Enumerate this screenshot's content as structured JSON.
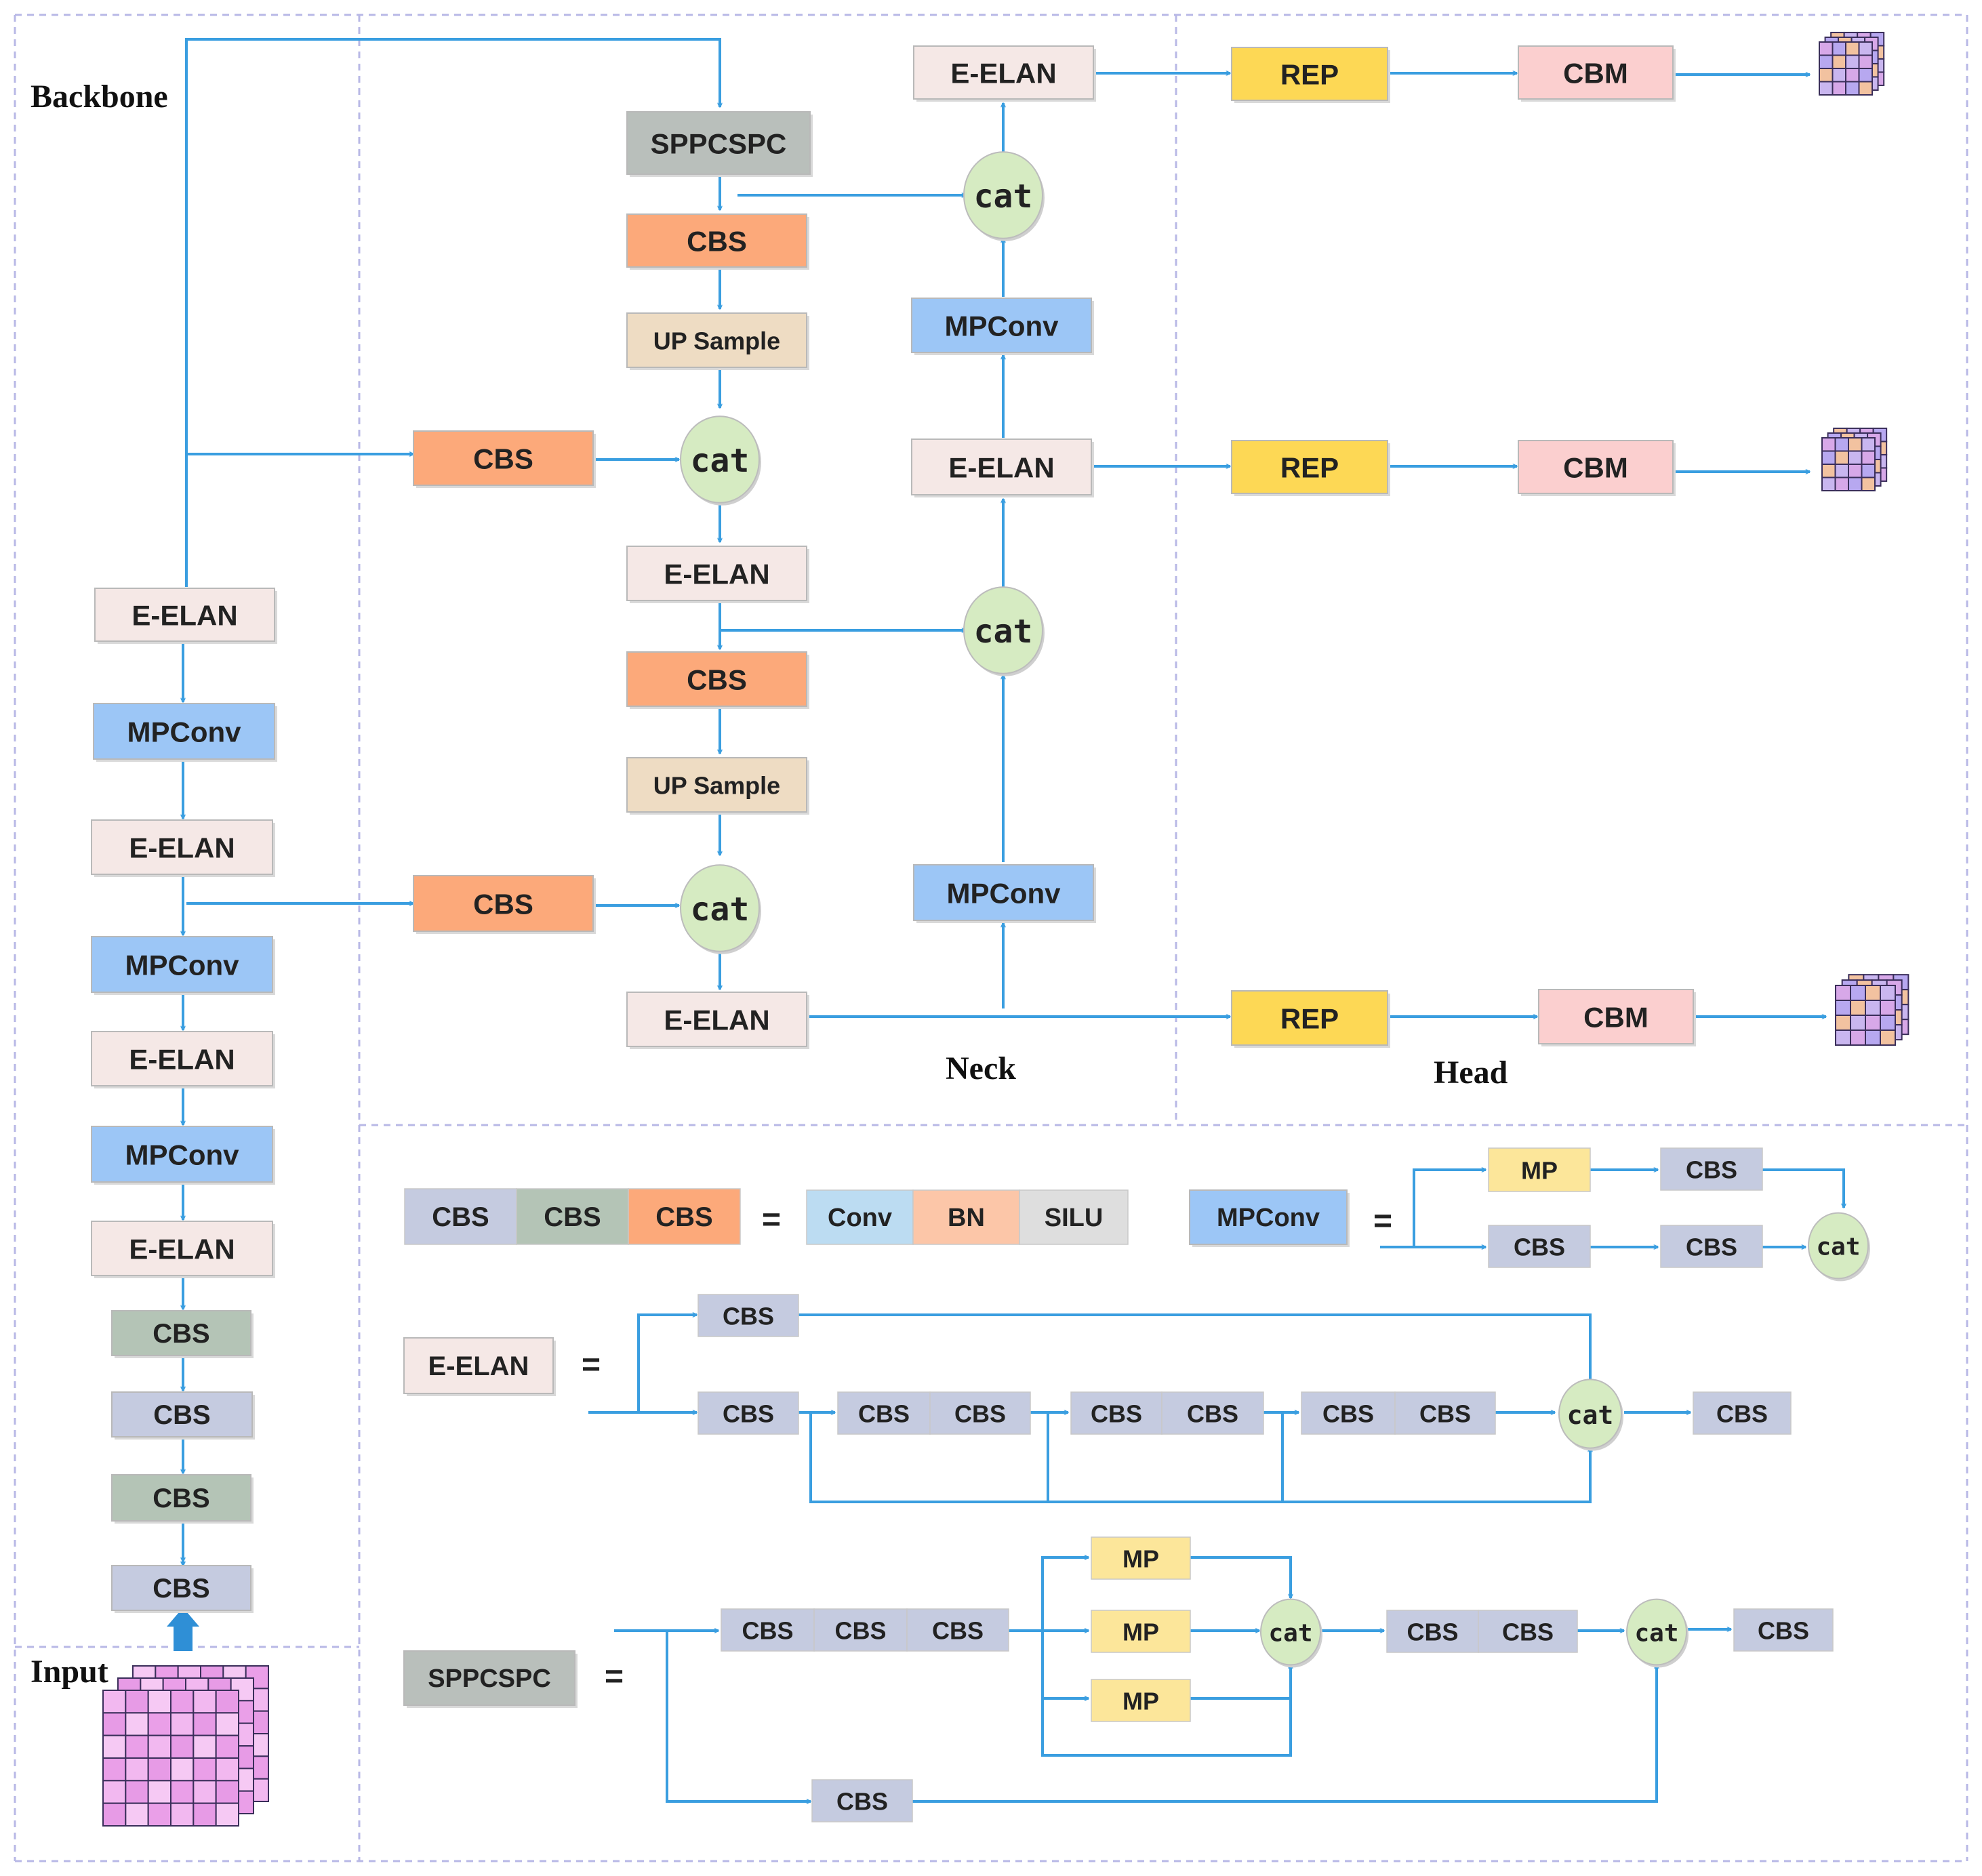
{
  "sections": {
    "backbone": "Backbone",
    "input": "Input",
    "neck": "Neck",
    "head": "Head"
  },
  "labels": {
    "cbs": "CBS",
    "e_elan": "E-ELAN",
    "mpconv": "MPConv",
    "sppcspc": "SPPCSPC",
    "up_sample": "UP Sample",
    "cat": "cat",
    "rep": "REP",
    "cbm": "CBM",
    "conv": "Conv",
    "bn": "BN",
    "silu": "SILU",
    "mp": "MP",
    "equals": "="
  },
  "colors": {
    "cbs_blue": "#c5cbe0",
    "cbs_green": "#b4c4b6",
    "cbs_orange": "#fca97a",
    "e_elan": "#f5e8e6",
    "mpconv": "#9cc6f6",
    "sppcspc": "#b9bfbb",
    "up_sample": "#eedcc3",
    "rep": "#fdd855",
    "cbm": "#fbcfcf",
    "conv": "#bcdcf2",
    "bn": "#fcc6a8",
    "silu": "#dedede",
    "mp": "#fce69a",
    "cat": "#d6ebc2",
    "line": "#3a9ee0"
  }
}
